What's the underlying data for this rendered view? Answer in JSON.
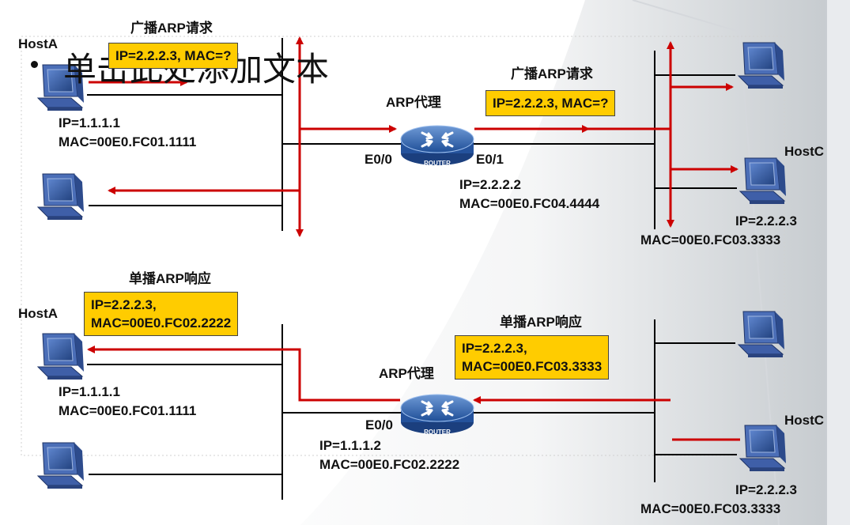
{
  "placeholder": {
    "text": "单击此处添加文本"
  },
  "top": {
    "broadcast_label_left": "广播ARP请求",
    "broadcast_box_left": "IP=2.2.2.3, MAC=?",
    "broadcast_label_right": "广播ARP请求",
    "broadcast_box_right": "IP=2.2.2.3, MAC=?",
    "proxy_label": "ARP代理",
    "router_text": "ROUTER",
    "host_a": {
      "name": "HostA",
      "ip": "IP=1.1.1.1",
      "mac": "MAC=00E0.FC01.1111"
    },
    "port_left": "E0/0",
    "port_right": "E0/1",
    "router_ip": "IP=2.2.2.2",
    "router_mac": "MAC=00E0.FC04.4444",
    "host_c": {
      "name": "HostC",
      "ip": "IP=2.2.2.3",
      "mac": "MAC=00E0.FC03.3333"
    }
  },
  "bottom": {
    "reply_label_left": "单播ARP响应",
    "reply_box_left": [
      "IP=2.2.2.3,",
      "MAC=00E0.FC02.2222"
    ],
    "reply_label_right": "单播ARP响应",
    "reply_box_right": [
      "IP=2.2.2.3,",
      "MAC=00E0.FC03.3333"
    ],
    "proxy_label": "ARP代理",
    "router_text": "ROUTER",
    "host_a": {
      "name": "HostA",
      "ip": "IP=1.1.1.1",
      "mac": "MAC=00E0.FC01.1111"
    },
    "port_left": "E0/0",
    "router_ip": "IP=1.1.1.2",
    "router_mac": "MAC=00E0.FC02.2222",
    "host_c": {
      "name": "HostC",
      "ip": "IP=2.2.2.3",
      "mac": "MAC=00E0.FC03.3333"
    }
  },
  "colors": {
    "arrow": "#cc0000",
    "box_fill": "#ffcc00",
    "line": "#000000",
    "router": "#2e5fa8"
  }
}
